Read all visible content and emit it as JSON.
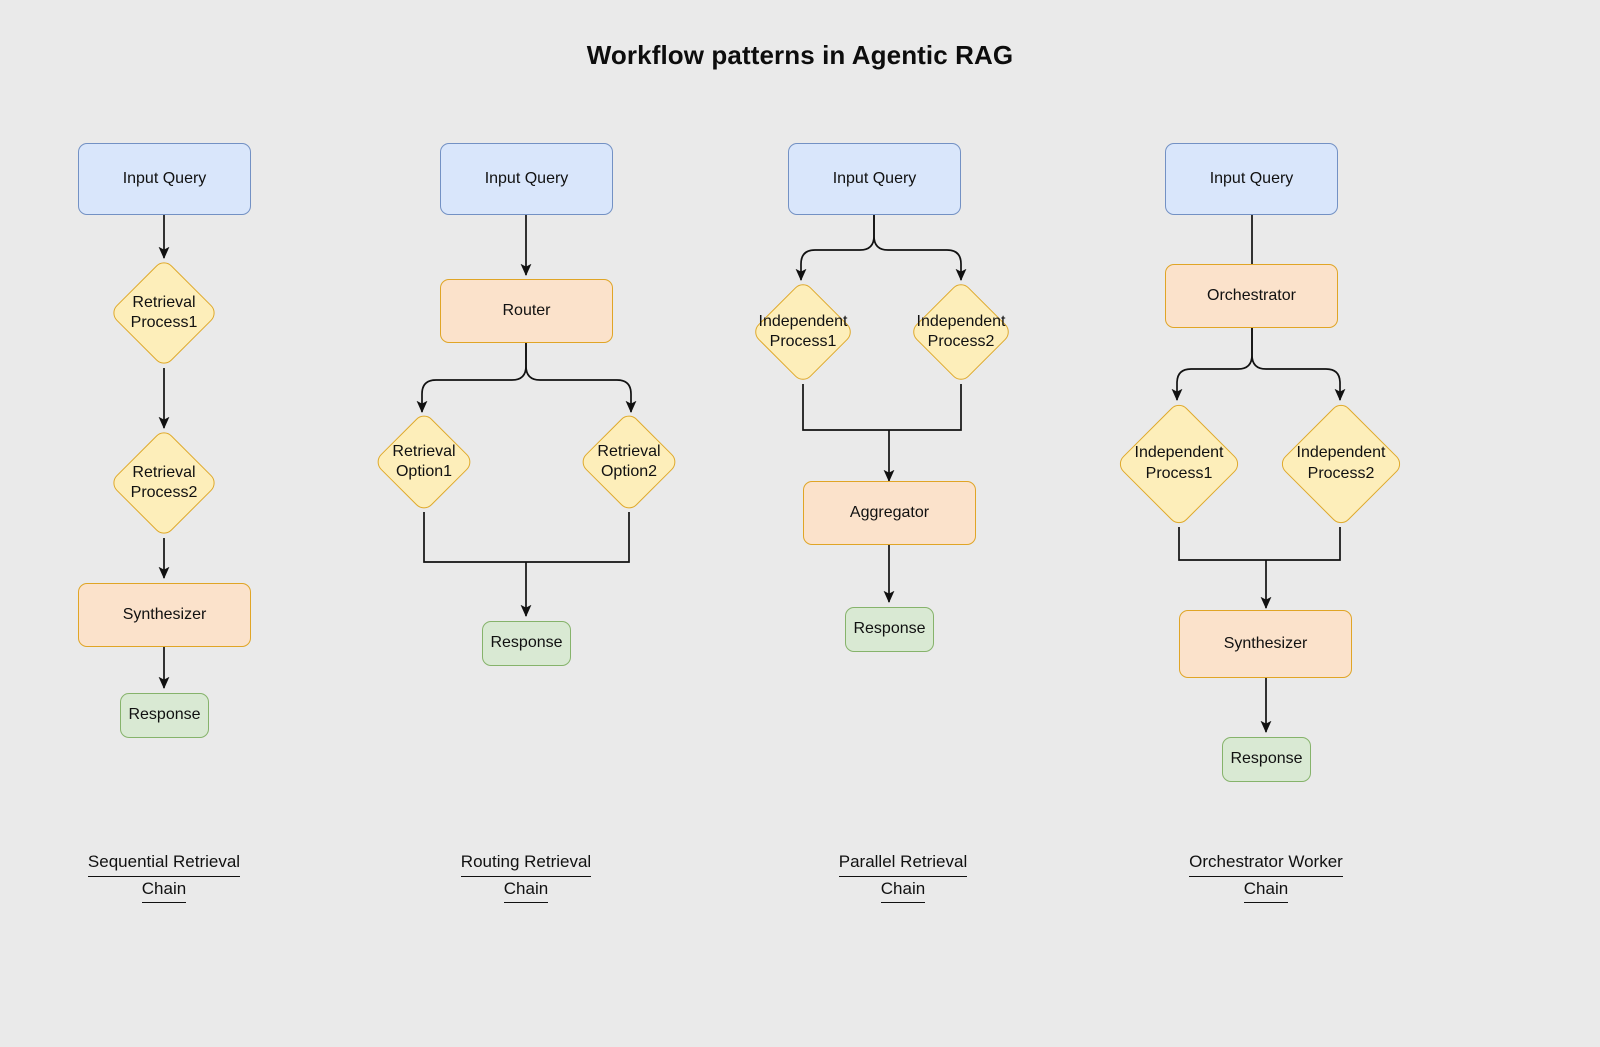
{
  "title": "Workflow patterns in Agentic RAG",
  "background": "#eaeaea",
  "palette": {
    "blue_fill": "#d9e6fb",
    "blue_stroke": "#7391c4",
    "orange_fill": "#fbe2cb",
    "orange_stroke": "#e0a526",
    "green_fill": "#d9e9d3",
    "green_stroke": "#86b36b",
    "yellow_fill": "#fdeeba",
    "yellow_stroke": "#dfa92b",
    "edge_stroke": "#111111",
    "text": "#111111"
  },
  "columns": [
    {
      "id": "sequential",
      "caption_line1": "Sequential Retrieval",
      "caption_line2": "Chain",
      "nodes": {
        "input": "Input Query",
        "process1_line1": "Retrieval",
        "process1_line2": "Process1",
        "process2_line1": "Retrieval",
        "process2_line2": "Process2",
        "synthesizer": "Synthesizer",
        "response": "Response"
      }
    },
    {
      "id": "routing",
      "caption_line1": "Routing Retrieval",
      "caption_line2": "Chain",
      "nodes": {
        "input": "Input Query",
        "router": "Router",
        "option1_line1": "Retrieval",
        "option1_line2": "Option1",
        "option2_line1": "Retrieval",
        "option2_line2": "Option2",
        "response": "Response"
      }
    },
    {
      "id": "parallel",
      "caption_line1": "Parallel Retrieval",
      "caption_line2": "Chain",
      "nodes": {
        "input": "Input Query",
        "proc1_line1": "Independent",
        "proc1_line2": "Process1",
        "proc2_line1": "Independent",
        "proc2_line2": "Process2",
        "aggregator": "Aggregator",
        "response": "Response"
      }
    },
    {
      "id": "orchestrator",
      "caption_line1": "Orchestrator Worker",
      "caption_line2": "Chain",
      "nodes": {
        "input": "Input Query",
        "orchestrator": "Orchestrator",
        "proc1_line1": "Independent",
        "proc1_line2": "Process1",
        "proc2_line1": "Independent",
        "proc2_line2": "Process2",
        "synthesizer": "Synthesizer",
        "response": "Response"
      }
    }
  ]
}
